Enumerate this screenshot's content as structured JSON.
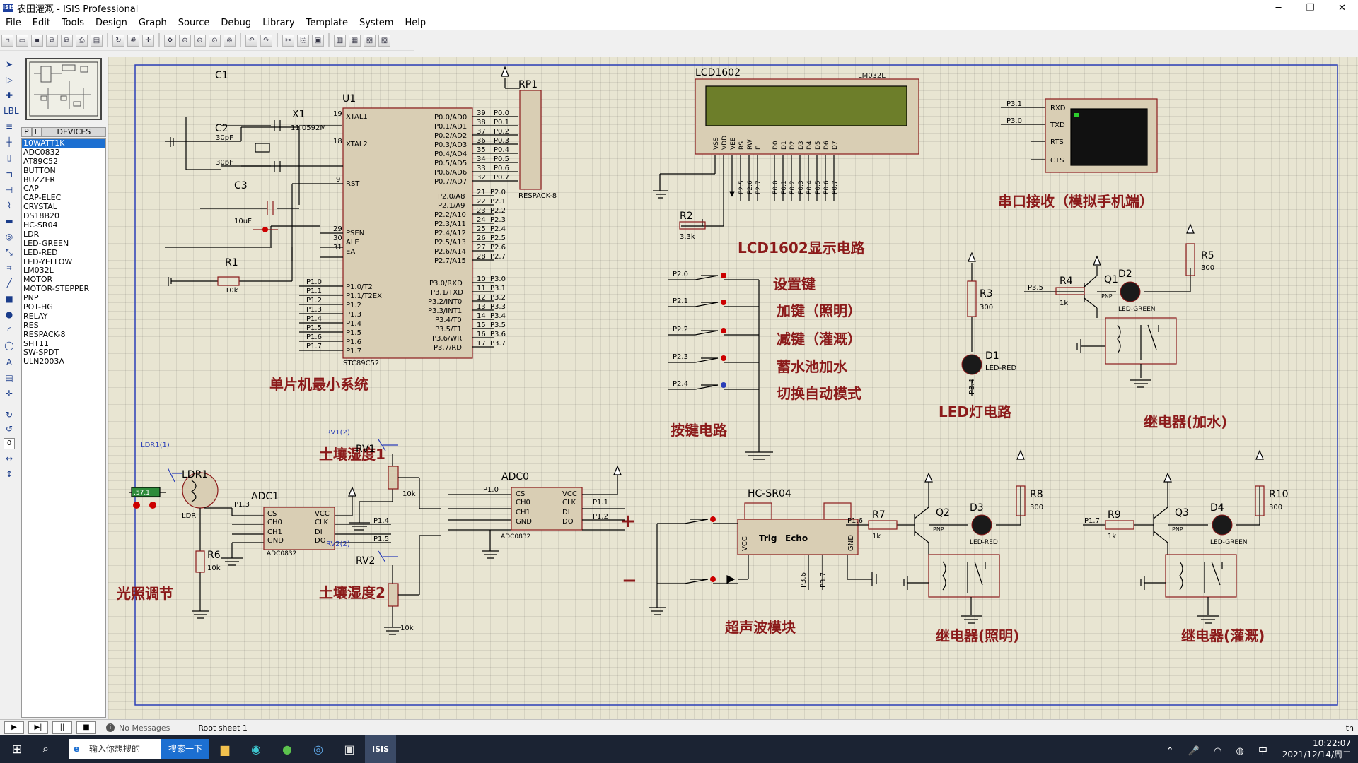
{
  "window": {
    "title": "农田灌溉 - ISIS Professional",
    "app_icon": "ISIS"
  },
  "menu": [
    "File",
    "Edit",
    "Tools",
    "Design",
    "Graph",
    "Source",
    "Debug",
    "Library",
    "Template",
    "System",
    "Help"
  ],
  "panel": {
    "tab_p": "P",
    "tab_l": "L",
    "devices_header": "DEVICES",
    "devices": [
      "10WATT1K",
      "ADC0832",
      "AT89C52",
      "BUTTON",
      "BUZZER",
      "CAP",
      "CAP-ELEC",
      "CRYSTAL",
      "DS18B20",
      "HC-SR04",
      "LDR",
      "LED-GREEN",
      "LED-RED",
      "LED-YELLOW",
      "LM032L",
      "MOTOR",
      "MOTOR-STEPPER",
      "PNP",
      "POT-HG",
      "RELAY",
      "RES",
      "RESPACK-8",
      "SHT11",
      "SW-SPDT",
      "ULN2003A"
    ],
    "rotation_value": "0"
  },
  "status": {
    "messages": "No Messages",
    "sheet": "Root sheet 1",
    "right_text": "th"
  },
  "taskbar": {
    "search_placeholder": "输入你想搜的",
    "search_button": "搜索一下",
    "time": "10:22:07",
    "date": "2021/12/14/周二",
    "ime": "中"
  },
  "schematic": {
    "sections": {
      "mcu": "单片机最小系统",
      "lcd": "LCD1602显示电路",
      "uart": "串口接收（模拟手机端）",
      "keys": "按键电路",
      "led": "LED灯电路",
      "relay_water": "继电器(加水)",
      "light_adj": "光照调节",
      "soil1": "土壤湿度1",
      "soil2": "土壤湿度2",
      "ultrasonic": "超声波模块",
      "relay_light": "继电器(照明)",
      "relay_irrig": "继电器(灌溉)"
    },
    "keys": [
      "设置键",
      "加键（照明）",
      "减键（灌溉）",
      "蓄水池加水",
      "切换自动模式"
    ],
    "key_pins": [
      "P2.0",
      "P2.1",
      "P2.2",
      "P2.3",
      "P2.4"
    ],
    "mcu": {
      "ref": "U1",
      "part": "STC89C52",
      "left_pins": [
        {
          "num": "19",
          "name": "XTAL1"
        },
        {
          "num": "18",
          "name": "XTAL2"
        },
        {
          "num": "9",
          "name": "RST"
        },
        {
          "num": "29",
          "name": "PSEN"
        },
        {
          "num": "30",
          "name": "ALE"
        },
        {
          "num": "31",
          "name": "EA"
        }
      ],
      "p1_pins": [
        "P1.0/T2",
        "P1.1/T2EX",
        "P1.2",
        "P1.3",
        "P1.4",
        "P1.5",
        "P1.6",
        "P1.7"
      ],
      "p1_labels": [
        "P1.0",
        "P1.1",
        "P1.2",
        "P1.3",
        "P1.4",
        "P1.5",
        "P1.6",
        "P1.7"
      ],
      "p0_pins": [
        "P0.0/AD0",
        "P0.1/AD1",
        "P0.2/AD2",
        "P0.3/AD3",
        "P0.4/AD4",
        "P0.5/AD5",
        "P0.6/AD6",
        "P0.7/AD7"
      ],
      "p0_nums": [
        "39",
        "38",
        "37",
        "36",
        "35",
        "34",
        "33",
        "32"
      ],
      "p0_labels": [
        "P0.0",
        "P0.1",
        "P0.2",
        "P0.3",
        "P0.4",
        "P0.5",
        "P0.6",
        "P0.7"
      ],
      "p2_pins": [
        "P2.0/A8",
        "P2.1/A9",
        "P2.2/A10",
        "P2.3/A11",
        "P2.4/A12",
        "P2.5/A13",
        "P2.6/A14",
        "P2.7/A15"
      ],
      "p2_nums": [
        "21",
        "22",
        "23",
        "24",
        "25",
        "26",
        "27",
        "28"
      ],
      "p2_labels": [
        "P2.0",
        "P2.1",
        "P2.2",
        "P2.3",
        "P2.4",
        "P2.5",
        "P2.6",
        "P2.7"
      ],
      "p3_pins": [
        "P3.0/RXD",
        "P3.1/TXD",
        "P3.2/INT0",
        "P3.3/INT1",
        "P3.4/T0",
        "P3.5/T1",
        "P3.6/WR",
        "P3.7/RD"
      ],
      "p3_nums": [
        "10",
        "11",
        "12",
        "13",
        "14",
        "15",
        "16",
        "17"
      ],
      "p3_labels": [
        "P3.0",
        "P3.1",
        "P3.2",
        "P3.3",
        "P3.4",
        "P3.5",
        "P3.6",
        "P3.7"
      ]
    },
    "components": {
      "c1": "C1",
      "c1_val": "30pF",
      "c2": "C2",
      "c2_val": "30pF",
      "x1": "X1",
      "x1_val": "11.0592M",
      "c3": "C3",
      "c3_val": "10uF",
      "r1": "R1",
      "r1_val": "10k",
      "rp1": "RP1",
      "rp1_part": "RESPACK-8",
      "lcd": "LCD1602",
      "lcd_part": "LM032L",
      "lcd_pins": [
        "VSS",
        "VDD",
        "VEE",
        "RS",
        "RW",
        "E",
        "D0",
        "D1",
        "D2",
        "D3",
        "D4",
        "D5",
        "D6",
        "D7"
      ],
      "lcd_bus": [
        "P2.5",
        "P2.6",
        "P2.7",
        "P0.0",
        "P0.1",
        "P0.2",
        "P0.3",
        "P0.4",
        "P0.5",
        "P0.6",
        "P0.7"
      ],
      "r2": "R2",
      "r2_val": "3.3k",
      "vterm_pins": [
        "RXD",
        "TXD",
        "RTS",
        "CTS"
      ],
      "vterm_labels": [
        "P3.1",
        "P3.0"
      ],
      "r3": "R3",
      "r3_val": "300",
      "d1": "D1",
      "d1_part": "LED-RED",
      "d1_net": "P3.4",
      "r4": "R4",
      "r4_val": "1k",
      "r4_net": "P3.5",
      "q1": "Q1",
      "pnp": "PNP",
      "d2": "D2",
      "d2_part": "LED-GREEN",
      "r5": "R5",
      "r5_val": "300",
      "ldr_probe": "LDR1(1)",
      "ldr1": "LDR1",
      "ldr_part": "LDR",
      "ldr_readout": ".57.1",
      "adc1": "ADC1",
      "adc_part": "ADC0832",
      "adc_pins_l": [
        "CS",
        "CH0",
        "CH1",
        "GND"
      ],
      "adc_pins_r": [
        "VCC",
        "CLK",
        "DI",
        "DO"
      ],
      "adc1_nets": [
        "P1.3",
        "P1.4",
        "P1.5"
      ],
      "r6": "R6",
      "r6_val": "10k",
      "rv1_probe": "RV1(2)",
      "rv1": "RV1",
      "rv1_val": "10k",
      "rv2_probe": "RV2(2)",
      "rv2": "RV2",
      "rv2_val": "10k",
      "adc0": "ADC0",
      "adc0_nets": [
        "P1.0",
        "P1.1",
        "P1.2"
      ],
      "hc": "HC-SR04",
      "hc_pins": [
        "VCC",
        "Trig",
        "Echo",
        "GND"
      ],
      "hc_nets": [
        "P3.6",
        "P3.7"
      ],
      "r7": "R7",
      "r7_val": "1k",
      "r7_net": "P1.6",
      "q2": "Q2",
      "d3": "D3",
      "d3_part": "LED-RED",
      "r8": "R8",
      "r8_val": "300",
      "r9": "R9",
      "r9_val": "1k",
      "r9_net": "P1.7",
      "q3": "Q3",
      "d4": "D4",
      "d4_part": "LED-GREEN",
      "r10": "R10",
      "r10_val": "300",
      "plus": "+",
      "minus": "−"
    }
  }
}
